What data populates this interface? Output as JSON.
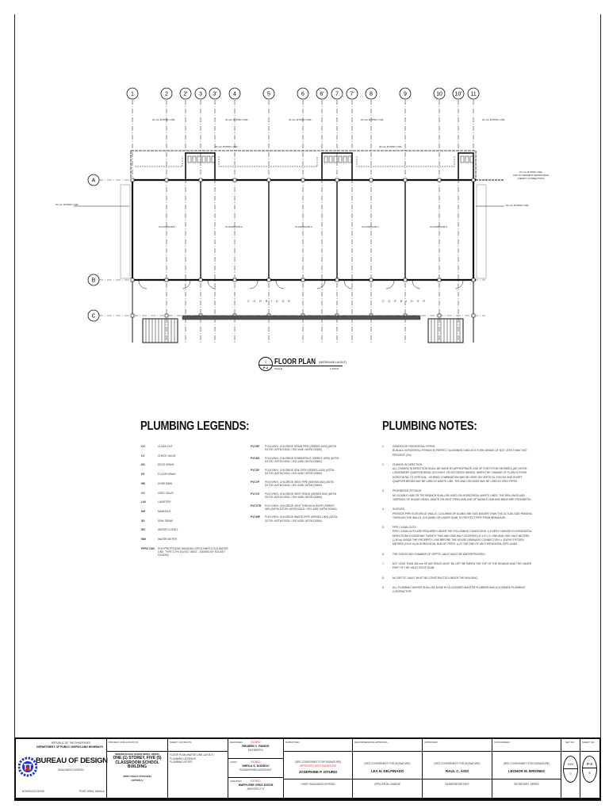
{
  "plan": {
    "grid_columns": [
      "1",
      "2",
      "2'",
      "3",
      "3'",
      "4",
      "5",
      "6",
      "6'",
      "7",
      "7'",
      "8",
      "9",
      "10",
      "10'",
      "11"
    ],
    "grid_rows": [
      "A",
      "B",
      "C"
    ],
    "rooms": [
      "CLASSROOM 1",
      "CLASSROOM 2",
      "CLASSROOM 3",
      "CLASSROOM 4",
      "CLASSROOM 5"
    ],
    "corridor": "C O R R I D O R",
    "pipe_label": "20 mm Ø PPRC CWL",
    "pipe_label_small": "20 mm Ø PPRC CWL",
    "main_tap_label": [
      "20 mm Ø PPRC CWL",
      "TAP TO NEAREST WATER MAIN",
      "(VERIFY CONNECTION)"
    ],
    "title_number": "1",
    "title_sheet": "P-2",
    "title": "FLOOR PLAN",
    "title_sub": "(WATERLINE LAYOUT)",
    "scale_label": "SCALE",
    "scale_value": "1:100 M"
  },
  "legends": {
    "heading": "PLUMBING LEGENDS:",
    "left": [
      {
        "code": "CO",
        "desc": "CLEAN OUT"
      },
      {
        "code": "CV",
        "desc": "CHECK VALVE"
      },
      {
        "code": "DD",
        "desc": "DECK DRAIN"
      },
      {
        "code": "FD",
        "desc": "FLOOR DRAIN"
      },
      {
        "code": "HB",
        "desc": "HOSE BIBB"
      },
      {
        "code": "GV",
        "desc": "GATE VALVE"
      },
      {
        "code": "LAV",
        "desc": "LAVATORY"
      },
      {
        "code": "MH",
        "desc": "MANHOLE"
      },
      {
        "code": "SD",
        "desc": "SINK DRAIN"
      },
      {
        "code": "WC",
        "desc": "WATER CLOSET"
      },
      {
        "code": "WM",
        "desc": "WATER METER"
      },
      {
        "code": "PPRC CWL",
        "desc": "POLYPROPYLENE RANDOM COPOLYMER COLD WATER LINE, TYPE 3, PN 16 (ISO 15874 - JOINING BY SOCKET FUSION)"
      }
    ],
    "right": [
      {
        "code": "PVCDP",
        "desc": "POLYVINYL CHLORIDE DRAIN PIPE (SERIES 1000) (ASTM D2729 / ASTM D3311 / ISO 4435 / ASTM D2564)"
      },
      {
        "code": "PVCDS",
        "desc": "POLYVINYL CHLORIDE DOWNSPOUT (SERIES 1000) (ASTM D2729 / ASTM D3311 / ISO 4435 / ASTM D2564)"
      },
      {
        "code": "PVCSP",
        "desc": "POLYVINYL CHLORIDE SOIL PIPE (SERIES 1000) (ASTM D2729 / ASTM D3311 / ISO 4435 / ASTM D2564)"
      },
      {
        "code": "PVCVP",
        "desc": "POLYVINYL CHLORIDE VENT PIPE (SERIES 600) (ASTM D2729 / ASTM D3311 / ISO 4435 / ASTM D2564)"
      },
      {
        "code": "PVCVS",
        "desc": "POLYVINYL CHLORIDE VENT STACK (SERIES 600) (ASTM D2729 / ASTM D3311 / ISO 4435 / ASTM D2564)"
      },
      {
        "code": "PVCVTR",
        "desc": "POLYVINYL CHLORIDE VENT THROUGH ROOF (SERIES 600) (ASTM D2729 / ASTM D3311 / ISO 4435 / ASTM D2564)"
      },
      {
        "code": "PVCWP",
        "desc": "POLYVINYL CHLORIDE WASTE PIPE (SERIES 1000) (ASTM D2729 / ASTM D3311 / ISO 4435 / ASTM D2564)"
      }
    ]
  },
  "notes": {
    "heading": "PLUMBING NOTES:",
    "items": [
      {
        "n": "1.",
        "title": "GRADES OF HORIZONTAL PIPING",
        "text": "RUN ALL HORIZONTAL PIPINGS IN PERFECT ALIGNMENT AND AT A FORM GRADE OF NOT LESS THAN TWO PERCENT (2%)."
      },
      {
        "n": "2.",
        "title": "CHANGE IN DIRECTION",
        "text": "ALL CHANGE IN DIRECTION SHALL BE MADE BY APPROPRIATE USE OF FORTY FIVE DEGREES (45°) WYES, LONGSWEEP QUARTER BEND, SIX-EIGHT OR SIXTEENTH BENDS. WHEN THE CHANGE OF FLOW IS FROM HORIZONTAL TO VERTICAL, 1/8 BEND COMBINATION MAY BE USED ON VERTICAL STACKS AND SHORT QUARTER BENDS MAY BE USED IN WASTE LINE. TEE AND CROSSES MAY BE USED IN VENT PIPES."
      },
      {
        "n": "3.",
        "title": "PROHIBITED FITTINGS",
        "text": "NO DOUBLE HUB OR TEE BRANCH SHALL BE USED ON HORIZONTAL WASTE LINES. THE DRILLINGS AND TAPPINGS OF HOUSE DRAIN, WASTE OR VENT PIPES AND USE OF SADDLE HUB AND BEND ARE PROHIBITED."
      },
      {
        "n": "4.",
        "title": "SLEEVES",
        "text": "PROVIDE PIPE SLEEVES AT WALLS, COLUMNS OR SLABS ONE SIZE BIGGER THAN THE ACTUAL SIZE PASSING THROUGH THE WALLS, COLUMNS OR UNDER SLAB TO PROTECT PIPE FROM BREAKAGE."
      },
      {
        "n": "5.",
        "title": "PIPE CLEAN-OUTS",
        "text": "PIPE CLEAN-OUTS ARE REQUIRED UNDER THE FOLLOWING CONDITIONS: a. EVERY CHANGE IN HORIZONTAL DIRECTIONS EXCEEDING TWENTY-TWO AND ONE-HALF DEGREES (22 1/2°). b. ONE AND ONE-HALF METERS (1.50 m) INSIDE THE PROPERTY LINE BEFORE THE HOUSE DRAINAGE CONNECTION. c. EVERY FIFTEEN METERS (15.00 m) IN HORIZONTAL RUN OF PIPES. d. AT THE END OF ANY HORIZONTAL PIPE LINES."
      },
      {
        "n": "6.",
        "title": "",
        "text": "THE DIGESTION CHAMBER OF SEPTIC VAULT MUST BE WATERPROOFED."
      },
      {
        "n": "7.",
        "title": "",
        "text": "NOT LESS THAN 300 mm OF AIR SPACE MUST BE LEFT BETWEEN THE TOP OF THE SEWAGE AND THE UNDER PART OF THE VAULT ROOF SLAB."
      },
      {
        "n": "8.",
        "title": "",
        "text": "NO SEPTIC VAULT MUST BE CONSTRUCTED UNDER THE BUILDING."
      },
      {
        "n": "9.",
        "title": "",
        "text": "ALL PLUMBING WORKS SHALL BE DONE BY A LICENSED MASTER PLUMBER AND A LICENSED PLUMBING CONTRACTOR."
      }
    ]
  },
  "title_block": {
    "republic": "REPUBLIC OF THE PHILIPPINES",
    "department": "DEPARTMENT OF PUBLIC WORKS AND HIGHWAYS",
    "bureau": "BUREAU OF DESIGN",
    "division": "BUILDINGS DIVISION",
    "addr_left": "BONIFACIO DRIVE",
    "addr_right": "PORT AREA, MANILA",
    "project_label": "PROJECT AND LOCATION:",
    "project_small": "MODERN SCHOOL DESIGN (DPWH - DEPED)",
    "project_title": "ONE (1) STOREY, FIVE (5) CLASSROOM SCHOOL BUILDING",
    "project_sub": "(WITH TOILET ATTACHED)",
    "project_option": "(OPTION 1)",
    "contents_label": "SHEET CONTENTS:",
    "contents": [
      "FLOOR PLAN (WATER LINE LAYOUT)",
      "PLUMBING LEGENDS",
      "PLUMBING NOTES"
    ],
    "signed": "SIGNED",
    "designed": {
      "label": "DESIGNED:",
      "name": "REUBEN C. RAMOS",
      "role": "ENGINEER II"
    },
    "cadd": {
      "label": "CADD:",
      "name": "SHEILA S. DONDOC",
      "role": "ENGINEERING ASSISTANT"
    },
    "checked": {
      "label": "CHECKED:",
      "name": "MARYLENE CRUZ-DISON",
      "role": "ARCHITECT IV"
    },
    "see_cover": "(SEE COVERSHEET FOR SIGNATURE)",
    "submitted": {
      "label": "SUBMITTED:",
      "approved_note": "APPROVED WITH SIGNATURE",
      "name": "JOSEPHINE P. ISTURIS",
      "role": "CHIEF, BUILDINGS DIVISION"
    },
    "recommending": {
      "label": "RECOMMENDING APPROVAL:",
      "name": "LEA N. DELFINADO",
      "role": "OFFICER-IN-CHARGE"
    },
    "approved": {
      "label": "APPROVED:",
      "name": "RAUL C. ASIS",
      "role": "UNDERSECRETARY"
    },
    "concurred": {
      "label": "CONCURRED:",
      "name": "LEONOR M. BRIONES",
      "role": "SECRETARY, DEPED"
    },
    "set_label": "SET NO.:",
    "set_top": "0000",
    "set_bottom": "0",
    "sheet_label": "SHEET NO.:",
    "sheet_top": "P-2",
    "sheet_bottom": "4"
  },
  "colors": {
    "signed": "#e23030",
    "logo_blue": "#2233cc",
    "logo_red": "#dd2222"
  }
}
